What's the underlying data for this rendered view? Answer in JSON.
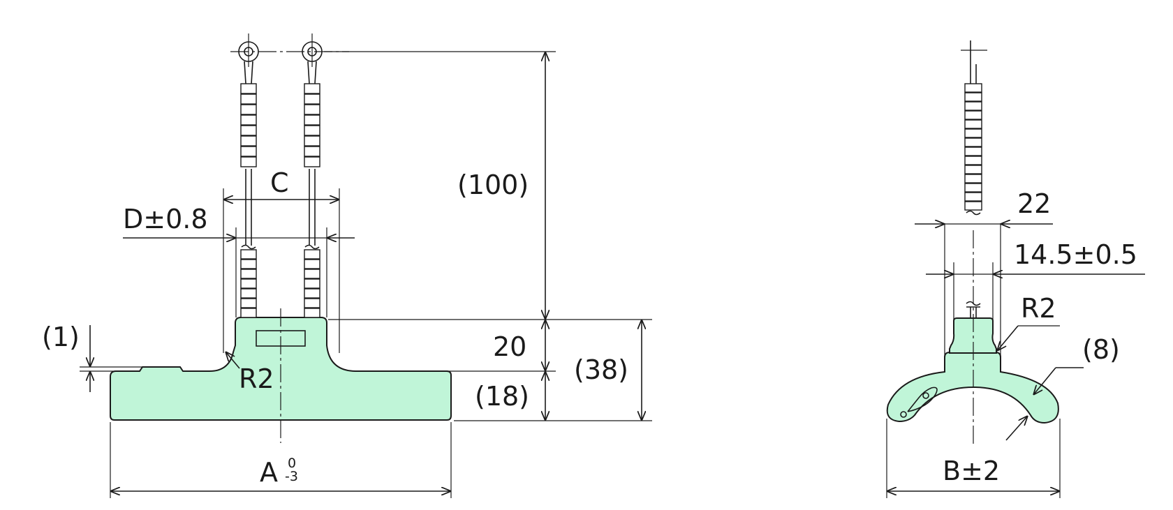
{
  "front_view": {
    "labels": {
      "a_letter": "A",
      "a_tol_upper": "0",
      "a_tol_lower": "-3",
      "c": "C",
      "d": "D±0.8",
      "lead_length": "(100)",
      "block_height": "20",
      "total_height": "(38)",
      "base_height": "(18)",
      "step": "(1)",
      "radius": "R2"
    }
  },
  "side_view": {
    "labels": {
      "width_outer": "22",
      "width_inner": "14.5±0.5",
      "radius": "R2",
      "thickness": "(8)",
      "b": "B±2"
    }
  },
  "colors": {
    "body_fill": "#c0f5d8",
    "line": "#1a1a1a"
  }
}
